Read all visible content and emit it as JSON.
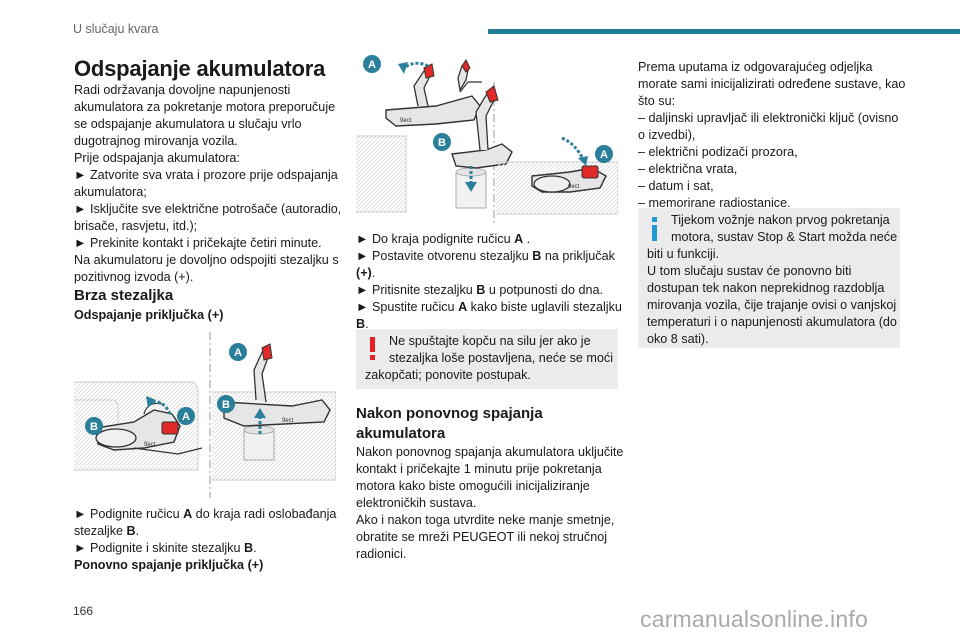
{
  "header": {
    "section_label": "U slučaju kvara"
  },
  "title": "Odspajanje akumulatora",
  "col1": {
    "intro": [
      "Radi održavanja dovoljne napunjenosti",
      "akumulatora za pokretanje motora preporučuje",
      "se odspajanje akumulatora u slučaju vrlo",
      "dugotrajnog mirovanja vozila.",
      "Prije odspajanja akumulatora:",
      "► Zatvorite sva vrata i prozore prije odspajanja",
      "akumulatora;",
      "► Isključite sve električne potrošače (autoradio,",
      "brisače, rasvjetu, itd.);",
      "► Prekinite kontakt i pričekajte četiri minute.",
      "Na akumulatoru je dovoljno odspojiti stezaljku s",
      "pozitivnog izvoda (+)."
    ],
    "subheading": "Brza stezaljka",
    "disconnect_heading": "Odspajanje priključka (+)",
    "steps": {
      "s1_a": "► Podignite ručicu ",
      "s1_b": "A",
      "s1_c": " do kraja radi oslobađanja",
      "s1_d": "stezaljke ",
      "s1_e": "B",
      "s1_f": ".",
      "s2_a": "► Podignite i skinite stezaljku ",
      "s2_b": "B",
      "s2_c": "."
    },
    "reconnect_heading": "Ponovno spajanje priključka (+)"
  },
  "col2": {
    "steps": {
      "s1_a": "► Do kraja podignite ručicu ",
      "s1_b": "A",
      "s1_c": " .",
      "s2_a": "► Postavite otvorenu stezaljku ",
      "s2_b": "B",
      "s2_c": " na priključak",
      "s2_d": "(+)",
      "s2_e": ".",
      "s3_a": "► Pritisnite stezaljku ",
      "s3_b": "B",
      "s3_c": " u potpunosti do dna.",
      "s4_a": "► Spustite ručicu ",
      "s4_b": "A",
      "s4_c": " kako biste uglavili stezaljku",
      "s4_d": "B",
      "s4_e": "."
    },
    "warning": [
      "Ne spuštajte kopču na silu jer ako je",
      "stezaljka loše postavljena, neće se moći",
      "zakopčati; ponovite postupak."
    ],
    "heading": [
      "Nakon ponovnog spajanja",
      "akumulatora"
    ],
    "body": [
      "Nakon ponovnog spajanja akumulatora uključite",
      "kontakt i pričekajte 1 minutu prije pokretanja",
      "motora kako biste omogućili inicijaliziranje",
      "elektroničkih sustava.",
      "Ako i nakon toga utvrdite neke manje smetnje,",
      "obratite se mreži PEUGEOT ili nekoj stručnoj",
      "radionici."
    ]
  },
  "col3": {
    "body": [
      "Prema uputama iz odgovarajućeg odjeljka",
      "morate sami inicijalizirati određene sustave, kao",
      "što su:",
      "–  daljinski upravljač ili elektronički ključ (ovisno",
      "o izvedbi),",
      "–  električni podizači prozora,",
      "–  električna vrata,",
      "–  datum i sat,",
      "–  memorirane radiostanice."
    ],
    "info": [
      "Tijekom vožnje nakon prvog pokretanja",
      "motora, sustav Stop & Start možda neće",
      "biti u funkciji.",
      "U tom slučaju sustav će ponovno biti",
      "dostupan tek nakon neprekidnog razdoblja",
      "mirovanja vozila, čije trajanje ovisi o vanjskoj",
      "temperaturi i o napunjenosti akumulatora (do",
      "oko 8 sati)."
    ]
  },
  "figures": {
    "label_a": "A",
    "label_b": "B"
  },
  "footer": {
    "page_number": "166",
    "watermark": "carmanualsonline.info"
  },
  "colors": {
    "accent": "#1f7d96",
    "warning": "#e3202a",
    "info": "#1f9bd1",
    "note_bg": "#ebebeb"
  }
}
